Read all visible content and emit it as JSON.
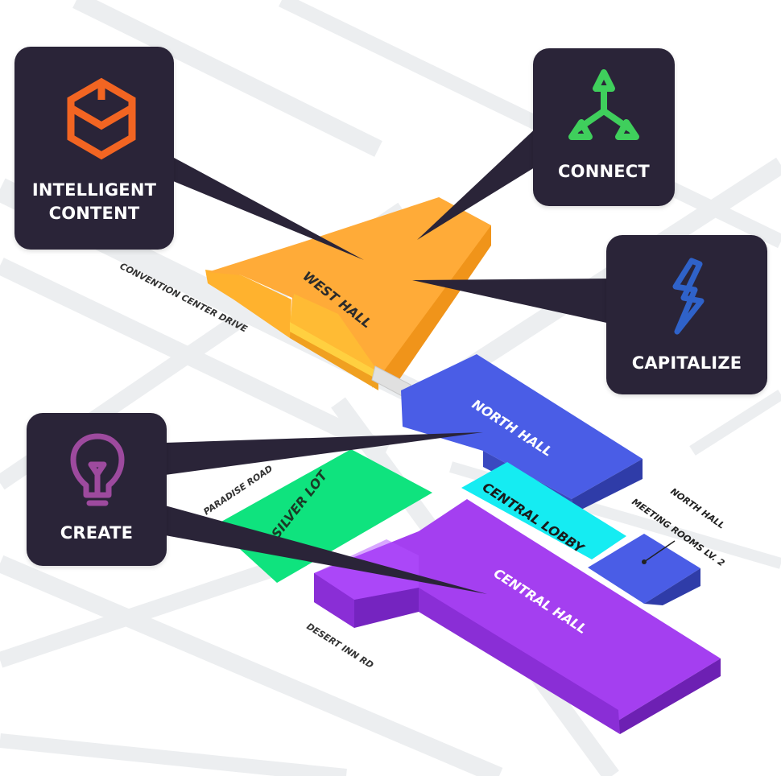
{
  "roads": {
    "convention_center_drive": "CONVENTION CENTER DRIVE",
    "paradise_road": "PARADISE ROAD",
    "desert_inn_rd": "DESERT INN RD"
  },
  "halls": {
    "west_hall": "WEST HALL",
    "north_hall": "NORTH HALL",
    "central_lobby": "CENTRAL LOBBY",
    "central_hall": "CENTRAL HALL",
    "silver_lot": "SILVER LOT",
    "north_hall_meeting_rooms_line1": "NORTH HALL",
    "north_hall_meeting_rooms_line2": "MEETING ROOMS LV. 2"
  },
  "callouts": {
    "intelligent_content": {
      "line1": "INTELLIGENT",
      "line2": "CONTENT",
      "icon": "hexagon-checkmark-icon",
      "color": "#f26522"
    },
    "connect": {
      "label": "CONNECT",
      "icon": "connected-triangle-icon",
      "color": "#3fcf5c"
    },
    "capitalize": {
      "label": "CAPITALIZE",
      "icon": "lightning-bolt-icon",
      "color": "#2f62c9"
    },
    "create": {
      "label": "CREATE",
      "icon": "lightbulb-icon",
      "color": "#9d4a9e"
    }
  },
  "colors": {
    "west_hall": "#ffab38",
    "north_hall": "#4a5de6",
    "central_lobby": "#15ecf2",
    "central_hall": "#a43ff0",
    "silver_lot": "#0fe37e",
    "callout_background": "#2a2438"
  }
}
